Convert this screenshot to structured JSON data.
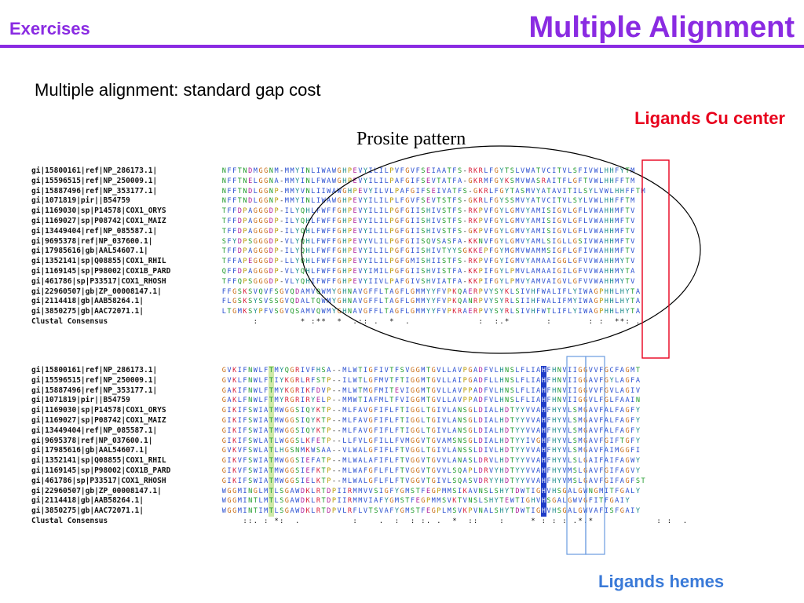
{
  "header": {
    "section": "Exercises",
    "title": "Multiple Alignment"
  },
  "subtitle": "Multiple alignment: standard gap cost",
  "annotations": {
    "ligands_cu": "Ligands Cu center",
    "prosite": "Prosite pattern",
    "ligands_hemes": "Ligands hemes"
  },
  "colors": {
    "title": "#8a2be2",
    "cu_label": "#e8001c",
    "heme_label": "#3a7ad8"
  },
  "consensus_label": "Clustal Consensus",
  "block1": [
    {
      "label": "gi|15800161|ref|NP_286173.1|",
      "seq": "NFFTNDMGGNM-MMYINLIWAWGHPEVYILILPVFGVFSEIAATFS-RKRLFGYTSLVWATVCITVLSFIVWLHHFYTM"
    },
    {
      "label": "gi|15596515|ref|NP_250009.1|",
      "seq": "NFFTNELGGNA-MMYINLFWAWGHPEVYILILPAFGIFSEVTATFA-GKRMFGYKSMVWASRAITFLGFTVWLHHFFTM"
    },
    {
      "label": "gi|15887496|ref|NP_353177.1|",
      "seq": "NFFTNDLGGNP-MMYVNLIIWAWGHPEVYILVLPAFGIFSEIVATFS-GKRLFGYTASMVYATAVITILSYLVWLHHFFTM"
    },
    {
      "label": "gi|1071819|pir||B54759",
      "seq": "NFFTNDLGGNP-MMYINLIWAWGHPEVYILILPLFGVFSEVTSTFS-GKRLFGYSSMVYATVCITVLSYLVWLHHFFTM"
    },
    {
      "label": "gi|1169030|sp|P14578|COX1_ORYS",
      "seq": "TFFDPAGGGDP-ILYQHLFWFFGHPEVYILILPGFGIISHIVSTFS-RKPVFGYLGMVYAMISIGVLGFLVWAHHMFTV"
    },
    {
      "label": "gi|1169027|sp|P08742|COX1_MAIZ",
      "seq": "TFFDPAGGGDP-ILYQHLFWFFGHPEVYILILPGFGIISHIVSTFS-RKPVFGYLGMVYAMISIGVLGFLVWAHHMFTV"
    },
    {
      "label": "gi|13449404|ref|NP_085587.1|",
      "seq": "TFFDPAGGGDP-ILYQHLFWFFGHPEVYILILPGFGIISHIVSTFS-GKPVFGYLGMVYAMISIGVLGFLVWAHHMFTV"
    },
    {
      "label": "gi|9695378|ref|NP_037600.1|",
      "seq": "SFYDPSGGGDP-VLYQHLFWFFGHPEVYVLILPGFGIISQVSASFA-KKNVFGYLGMVYAMLSIGLLGSIVWAHHMFTV"
    },
    {
      "label": "gi|17985616|gb|AAL54607.1|",
      "seq": "TFFDPAGGGDP-ILYQHLFWFFGHPEVYILILPGFGIISHIVTYYSGKKEPFGYMGMVWAMMSIGFLGFIVWAHHMFTV"
    },
    {
      "label": "gi|1352141|sp|Q08855|COX1_RHIL",
      "seq": "TFFAPEGGGDP-LLYQHLFWFFGHPEVYILILPGFGMISHIISTFS-RKPVFGYIGMVYAMAAIGGLGFVVWAHHMYTV"
    },
    {
      "label": "gi|1169145|sp|P98002|COX1B_PARD",
      "seq": "QFFDPAGGGDP-VLYQHLFWFFGHPEVYIMILPGFGIISHVISTFA-KKPIFGYLPMVLAMAAIGILGFVVWAHHMYTA"
    },
    {
      "label": "gi|461786|sp|P33517|COX1_RHOSH",
      "seq": "TFFQPSGGGDP-VLYQHIFWFFGHPEVYIIVLPAFGIVSHVIATFA-KKPIFGYLPMVYAMVAIGVLGFVVWAHHMYTV"
    },
    {
      "label": "gi|22960507|gb|ZP_00008147.1|",
      "seq": "FFGSKSVQVFSGVQDAMVQWMYGHNAVGFFLTAGFLGMMYYFVPKQAERPVYSYKLSIVHFWALIFLYIWAGPHHLHYTA"
    },
    {
      "label": "gi|2114418|gb|AAB58264.1|",
      "seq": "FLGSKSYSVSSGVQDALTQWMYGHNAVGFFLTAGFLGMMYYFVPKQANRPVYSYRLSIIHFWALIFMYIWAGPHHLHYTA"
    },
    {
      "label": "gi|3850275|gb|AAC72071.1|",
      "seq": "LTGMKSYPFVSGVQSAMVQWMYGHNAVGFFLTAGFLGMMYYFVPKRAERPVYSYRLSIVHFWTLIFLYIWAGPHHLHYTA"
    }
  ],
  "consensus1": "      :        * :**  *  .:: .  *  .             :  :.*       :       : :  **: .",
  "block2": [
    {
      "label": "gi|15800161|ref|NP_286173.1|",
      "seq": "GVKIFNWLFTMYQGRIVFHSA--MLWTIGFIVTFSVGGMTGVLLAVPGADFVLHNSLFLIAHFHNVIIGGVVFGCFAGMT"
    },
    {
      "label": "gi|15596515|ref|NP_250009.1|",
      "seq": "GVKLFNWLFTIYKGRLRFSTP--ILWTLGFMVTFTIGGMTGVLLAIPGADFLLHNSLFLIAHFHNVIIGGAVFGYLAGFA"
    },
    {
      "label": "gi|15887496|ref|NP_353177.1|",
      "seq": "GAKIFNWLFTMYKGRIKFDVP--MLWTMGFMITEVIGGMTGVLLAVPPADFVLHNSLFLIAHFHNVIIGGVVFGVLAGIV"
    },
    {
      "label": "gi|1071819|pir||B54759",
      "seq": "GAKLFNWLFTMYRGRIRYELP--MMWTIAFMLTFVIGGMTGVLLAVPPADFVLHNSLFLIAHFHNVIIGGVLFGLFAAIN"
    },
    {
      "label": "gi|1169030|sp|P14578|COX1_ORYS",
      "seq": "GIKIFSWIATMWGGSIQYKTP--MLFAVGFIFLFTIGGLTGIVLANSGLDIALHDTYYVVAHFHYVLSMGAVFALFAGFY"
    },
    {
      "label": "gi|1169027|sp|P08742|COX1_MAIZ",
      "seq": "GIKIFSWIATMWGGSIQYKTP--MLFAVGFIFLFTIGGLTGIVLANSGLDIALHDTYYVVAHFHYVLSMGAVFALFAGFY"
    },
    {
      "label": "gi|13449404|ref|NP_085587.1|",
      "seq": "GIKIFSWIATMWGGSIQYKTP--MLFAVGFIFLFTIGGLTGIVLANSGLDIALHDTYYVVAHFHYVLSMGAVFALFAGFY"
    },
    {
      "label": "gi|9695378|ref|NP_037600.1|",
      "seq": "GIKIFSWLATLWGGSLKFETP--LLFVLGFILLFVMGGVTGVAMSNSGLDIALHDTYYIVGHFHYVLSMGAVFGIFTGFY"
    },
    {
      "label": "gi|17985616|gb|AAL54607.1|",
      "seq": "GVKVFSWLATLHGSNMKWSAA--VLWALGFIFLFTVGGLTGIVLANSSLDIVLHDTYYVVAHFHYVLSMGAVFAIMGGFI"
    },
    {
      "label": "gi|1352141|sp|Q08855|COX1_RHIL",
      "seq": "GIKVFSWIATMWGGSIEFATP--MLWALAFIFLFTVGGVTGVVLANASLDRVLHDTYYVVAHFHYVLSLGAIFAIFAGWY"
    },
    {
      "label": "gi|1169145|sp|P98002|COX1B_PARD",
      "seq": "GIKVFSWIATMWGGSIEFKTP--MLWAFGFLFLFTVGGVTGVVLSQAPLDRVYHDTYYVVAHFHYVMSLGAVFGIFAGVY"
    },
    {
      "label": "gi|461786|sp|P33517|COX1_RHOSH",
      "seq": "GIKIFSWIATMWGGSIELKTP--MLWALGFLFLFTVGGVTGIVLSQASVDRYYHDTYYVVAHFHYVMSLGAVFGIFAGFST"
    },
    {
      "label": "gi|22960507|gb|ZP_00008147.1|",
      "seq": "WGGMINGLMTLSGAWDKLRTDPIIRMMVVSIGFYGMSTFEGPMMSIKAVNSLSHYTDWTIGHVHSGALGWNGMITFGALY"
    },
    {
      "label": "gi|2114418|gb|AAB58264.1|",
      "seq": "WGGMINTLMTLSGAWDKLRTDPIIRMMVIAFYGMSTFEGPMMSVKTVNSLSHYTEWTIGHVHSGALGWVGFITFGAIY"
    },
    {
      "label": "gi|3850275|gb|AAC72071.1|",
      "seq": "WGGMINTIMTLSGAWDKLRTDPVLRFLVTSVAFYGMSTFEGPLMSVKPVNALSHYTDWTIGHVHSGALGWVAFISFGAIY"
    }
  ],
  "consensus2": "    ::. : *:  .          :    .  :  : :. .  *  ::    :     * : : : .*.*            : :  ."
}
